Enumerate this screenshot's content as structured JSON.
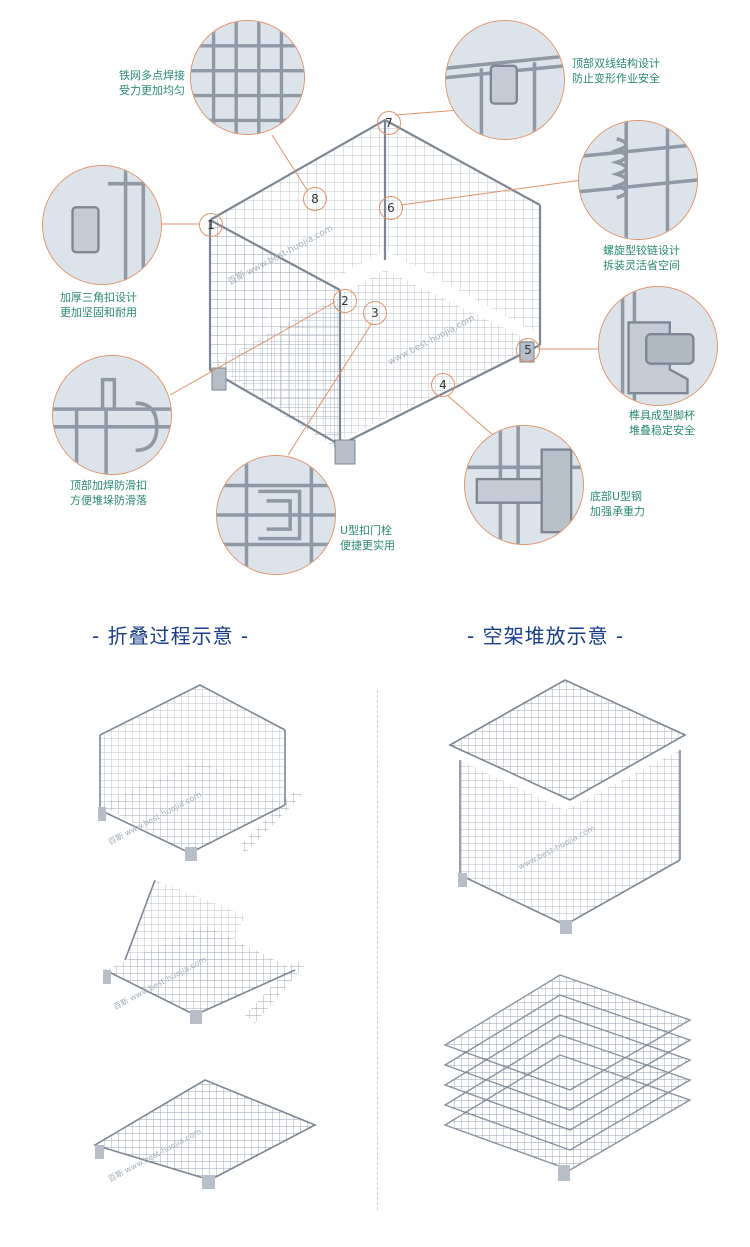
{
  "callouts": {
    "c1": {
      "line1": "铁网多点焊接",
      "line2": "受力更加均匀"
    },
    "c2": {
      "line1": "顶部双线结构设计",
      "line2": "防止变形作业安全"
    },
    "c3": {
      "line1": "螺旋型铰链设计",
      "line2": "拆装灵活省空间"
    },
    "c4": {
      "line1": "加厚三角扣设计",
      "line2": "更加坚固和耐用"
    },
    "c5": {
      "line1": "榫具成型脚杯",
      "line2": "堆叠稳定安全"
    },
    "c6": {
      "line1": "顶部加焊防滑扣",
      "line2": "方便堆垛防滑落"
    },
    "c7": {
      "line1": "底部U型钢",
      "line2": "加强承重力"
    },
    "c8": {
      "line1": "U型扣门栓",
      "line2": "便捷更实用"
    }
  },
  "markers": [
    "1",
    "2",
    "3",
    "4",
    "5",
    "6",
    "7",
    "8"
  ],
  "watermark": "百斯 www.best-huojia.com",
  "sections": {
    "left_title": "- 折叠过程示意 -",
    "right_title": "- 空架堆放示意 -"
  },
  "colors": {
    "accent_text": "#2a8a74",
    "title": "#1a3d8a",
    "circle_border": "#e0936a",
    "wire": "#9aa4b0"
  }
}
